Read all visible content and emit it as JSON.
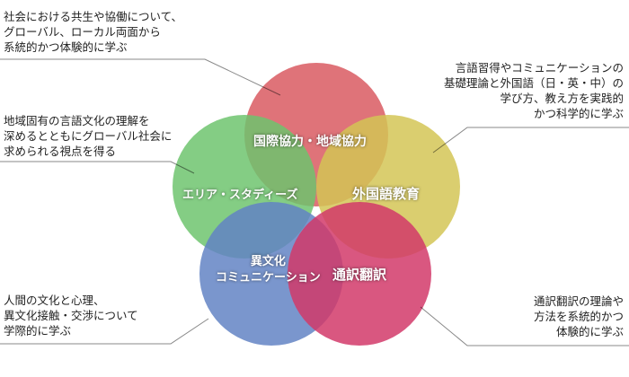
{
  "areas": [
    {
      "id": "intl",
      "label": "国際協力・地域協力",
      "color": "#d95a62",
      "desc": "社会における共生や協働について、\nグローバル、ローカル両面から\n系統的かつ体験的に学ぶ"
    },
    {
      "id": "lang",
      "label": "外国語教育",
      "color": "#d3c556",
      "desc": "言語習得やコミュニケーションの\n基礎理論と外国語（日・英・中）の\n学び方、教え方を実践的\nかつ科学的に学ぶ"
    },
    {
      "id": "area",
      "label": "エリア・スタディーズ",
      "color": "#6fc46f",
      "desc": "地域固有の言語文化の理解を\n深めるとともにグローバル社会に\n求められる視点を得る"
    },
    {
      "id": "cross",
      "label": "異文化\nコミュニケーション",
      "color": "#6384c4",
      "desc": "人間の文化と心理、\n異文化接触・交渉について\n学際的に学ぶ"
    },
    {
      "id": "trans",
      "label": "通訳翻訳",
      "color": "#d23a6a",
      "desc": "通訳翻訳の理論や\n方法を系統的かつ\n体験的に学ぶ"
    }
  ]
}
